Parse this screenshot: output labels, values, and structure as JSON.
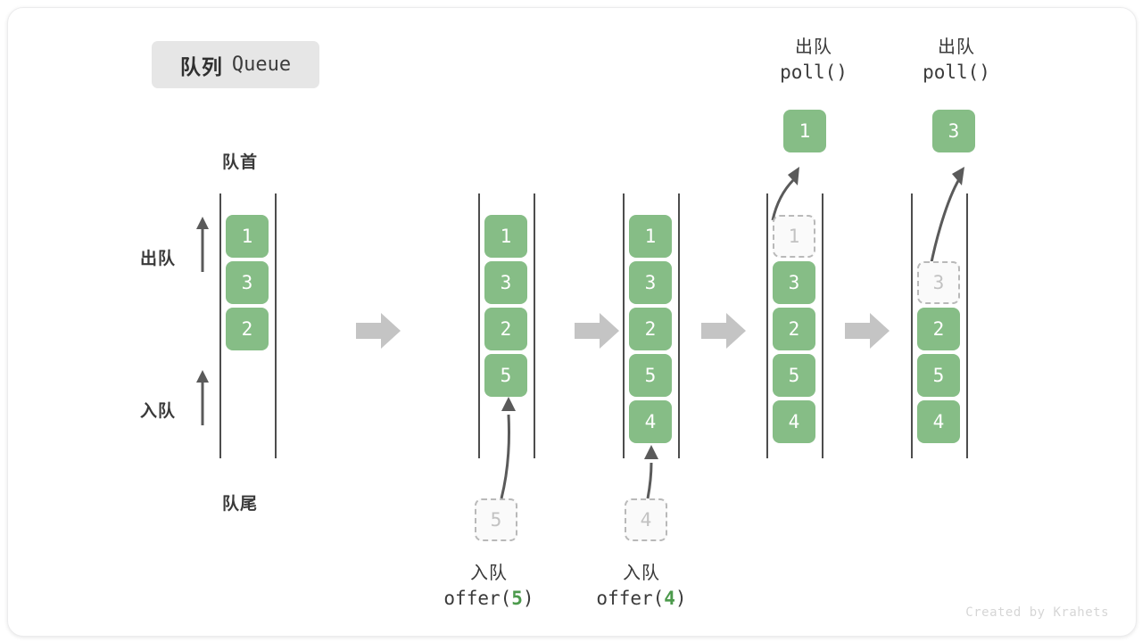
{
  "title": {
    "cn": "队列",
    "en": "Queue"
  },
  "labels": {
    "front": "队首",
    "back": "队尾",
    "dequeue": "出队",
    "enqueue": "入队"
  },
  "watermark": "Created by Krahets",
  "colors": {
    "cell_fill": "#86bd86",
    "cell_text": "#ffffff",
    "ghost_fill": "#fafafa",
    "ghost_border": "#b9b9b9",
    "ghost_text": "#c2c2c2",
    "rail": "#4d4d4d",
    "arrow_block": "#c4c4c4",
    "curve_arrow": "#5a5a5a",
    "text": "#3a3a3a",
    "accent_green": "#4c9a4c",
    "pill_bg": "#e6e6e6",
    "watermark": "#d6d6d6"
  },
  "side_labels": [
    {
      "text": "出队",
      "name": "dequeue-direction-label"
    },
    {
      "text": "入队",
      "name": "enqueue-direction-label"
    }
  ],
  "operations": [
    {
      "id": "offer5",
      "cn": "入队",
      "fn": "offer(",
      "arg": "5",
      "fn_close": ")"
    },
    {
      "id": "offer4",
      "cn": "入队",
      "fn": "offer(",
      "arg": "4",
      "fn_close": ")"
    },
    {
      "id": "poll1",
      "cn": "出队",
      "fn": "poll(",
      "arg": "",
      "fn_close": ")"
    },
    {
      "id": "poll2",
      "cn": "出队",
      "fn": "poll(",
      "arg": "",
      "fn_close": ")"
    }
  ],
  "popped_values": [
    {
      "value": "1"
    },
    {
      "value": "3"
    }
  ],
  "incoming_values": [
    {
      "value": "5"
    },
    {
      "value": "4"
    }
  ],
  "queues": [
    {
      "id": "queue-state-1",
      "cells": [
        {
          "value": "1",
          "state": "filled"
        },
        {
          "value": "3",
          "state": "filled"
        },
        {
          "value": "2",
          "state": "filled"
        }
      ]
    },
    {
      "id": "queue-state-2",
      "cells": [
        {
          "value": "1",
          "state": "filled"
        },
        {
          "value": "3",
          "state": "filled"
        },
        {
          "value": "2",
          "state": "filled"
        },
        {
          "value": "5",
          "state": "filled"
        }
      ]
    },
    {
      "id": "queue-state-3",
      "cells": [
        {
          "value": "1",
          "state": "filled"
        },
        {
          "value": "3",
          "state": "filled"
        },
        {
          "value": "2",
          "state": "filled"
        },
        {
          "value": "5",
          "state": "filled"
        },
        {
          "value": "4",
          "state": "filled"
        }
      ]
    },
    {
      "id": "queue-state-4",
      "cells": [
        {
          "value": "1",
          "state": "ghost"
        },
        {
          "value": "3",
          "state": "filled"
        },
        {
          "value": "2",
          "state": "filled"
        },
        {
          "value": "5",
          "state": "filled"
        },
        {
          "value": "4",
          "state": "filled"
        }
      ]
    },
    {
      "id": "queue-state-5",
      "cells": [
        {
          "value": "",
          "state": "empty"
        },
        {
          "value": "3",
          "state": "ghost"
        },
        {
          "value": "2",
          "state": "filled"
        },
        {
          "value": "5",
          "state": "filled"
        },
        {
          "value": "4",
          "state": "filled"
        }
      ]
    }
  ]
}
